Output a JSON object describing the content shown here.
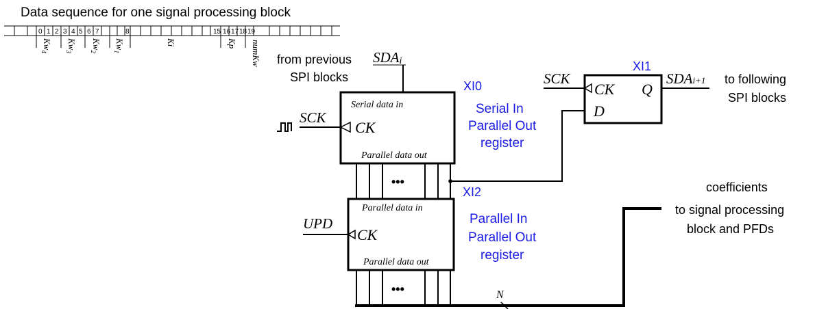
{
  "title": "Data sequence for one signal processing block",
  "bit_labels": [
    "0",
    "1",
    "2",
    "3",
    "4",
    "5",
    "6",
    "7",
    "8",
    "15",
    "16",
    "17",
    "18",
    "19"
  ],
  "field_labels": {
    "kw4": "Kw",
    "kw4_sub": "4",
    "kw3": "Kw",
    "kw3_sub": "3",
    "kw2": "Kw",
    "kw2_sub": "2",
    "kw1": "Kw",
    "kw1_sub": "1",
    "ki": "Ki",
    "kp": "Kp",
    "numkw": "numKw"
  },
  "inputs": {
    "from_prev_line1": "from previous",
    "from_prev_line2": "SPI blocks",
    "sda_in": "SDA",
    "sda_in_sub": "i",
    "sck_main": "SCK",
    "upd": "UPD"
  },
  "xi0": {
    "id": "XI0",
    "name_line1": "Serial In",
    "name_line2": "Parallel Out",
    "name_line3": "register",
    "port_top": "Serial data in",
    "port_bottom": "Parallel data out",
    "clock": "CK"
  },
  "xi2": {
    "id": "XI2",
    "name_line1": "Parallel In",
    "name_line2": "Parallel Out",
    "name_line3": "register",
    "port_top": "Parallel data in",
    "port_bottom": "Parallel data out",
    "clock": "CK"
  },
  "xi1": {
    "id": "XI1",
    "sck": "SCK",
    "clock": "CK",
    "q": "Q",
    "d": "D",
    "sda_out": "SDA",
    "sda_out_sub": "i+1"
  },
  "outputs": {
    "following_line1": "to following",
    "following_line2": "SPI blocks",
    "coeff_line1": "coefficients",
    "coeff_line2": "to signal processing",
    "coeff_line3": "block and PFDs",
    "bus_width": "N"
  },
  "ellipsis": "•••",
  "colors": {
    "label_blue": "#1a1ae6",
    "line": "#000000"
  }
}
